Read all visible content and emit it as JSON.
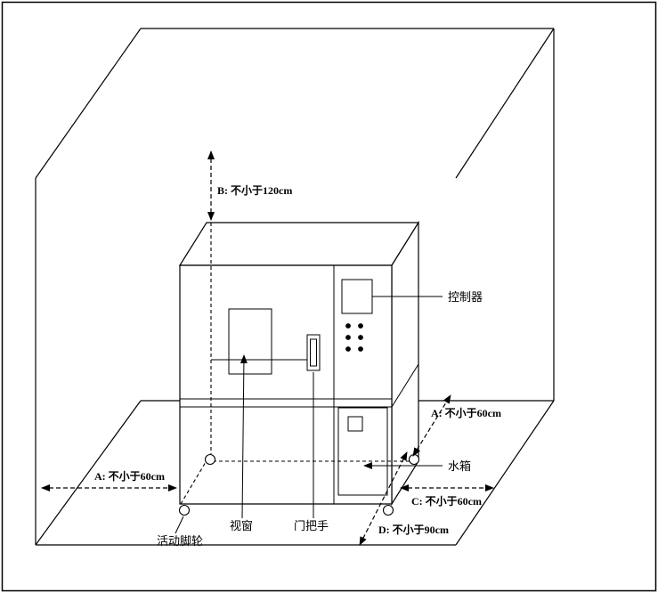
{
  "colors": {
    "line": "#000000",
    "background": "#ffffff"
  },
  "dimension_labels": {
    "top_clearance": "B: 不小于120cm",
    "left_clearance": "A: 不小于60cm",
    "back_right_clearance": "A: 不小于60cm",
    "right_clearance": "C: 不小于60cm",
    "front_clearance": "D: 不小于90cm"
  },
  "part_labels": {
    "controller": "控制器",
    "water_tank": "水箱",
    "viewport": "视窗",
    "door_handle": "门把手",
    "casters": "活动脚轮"
  }
}
